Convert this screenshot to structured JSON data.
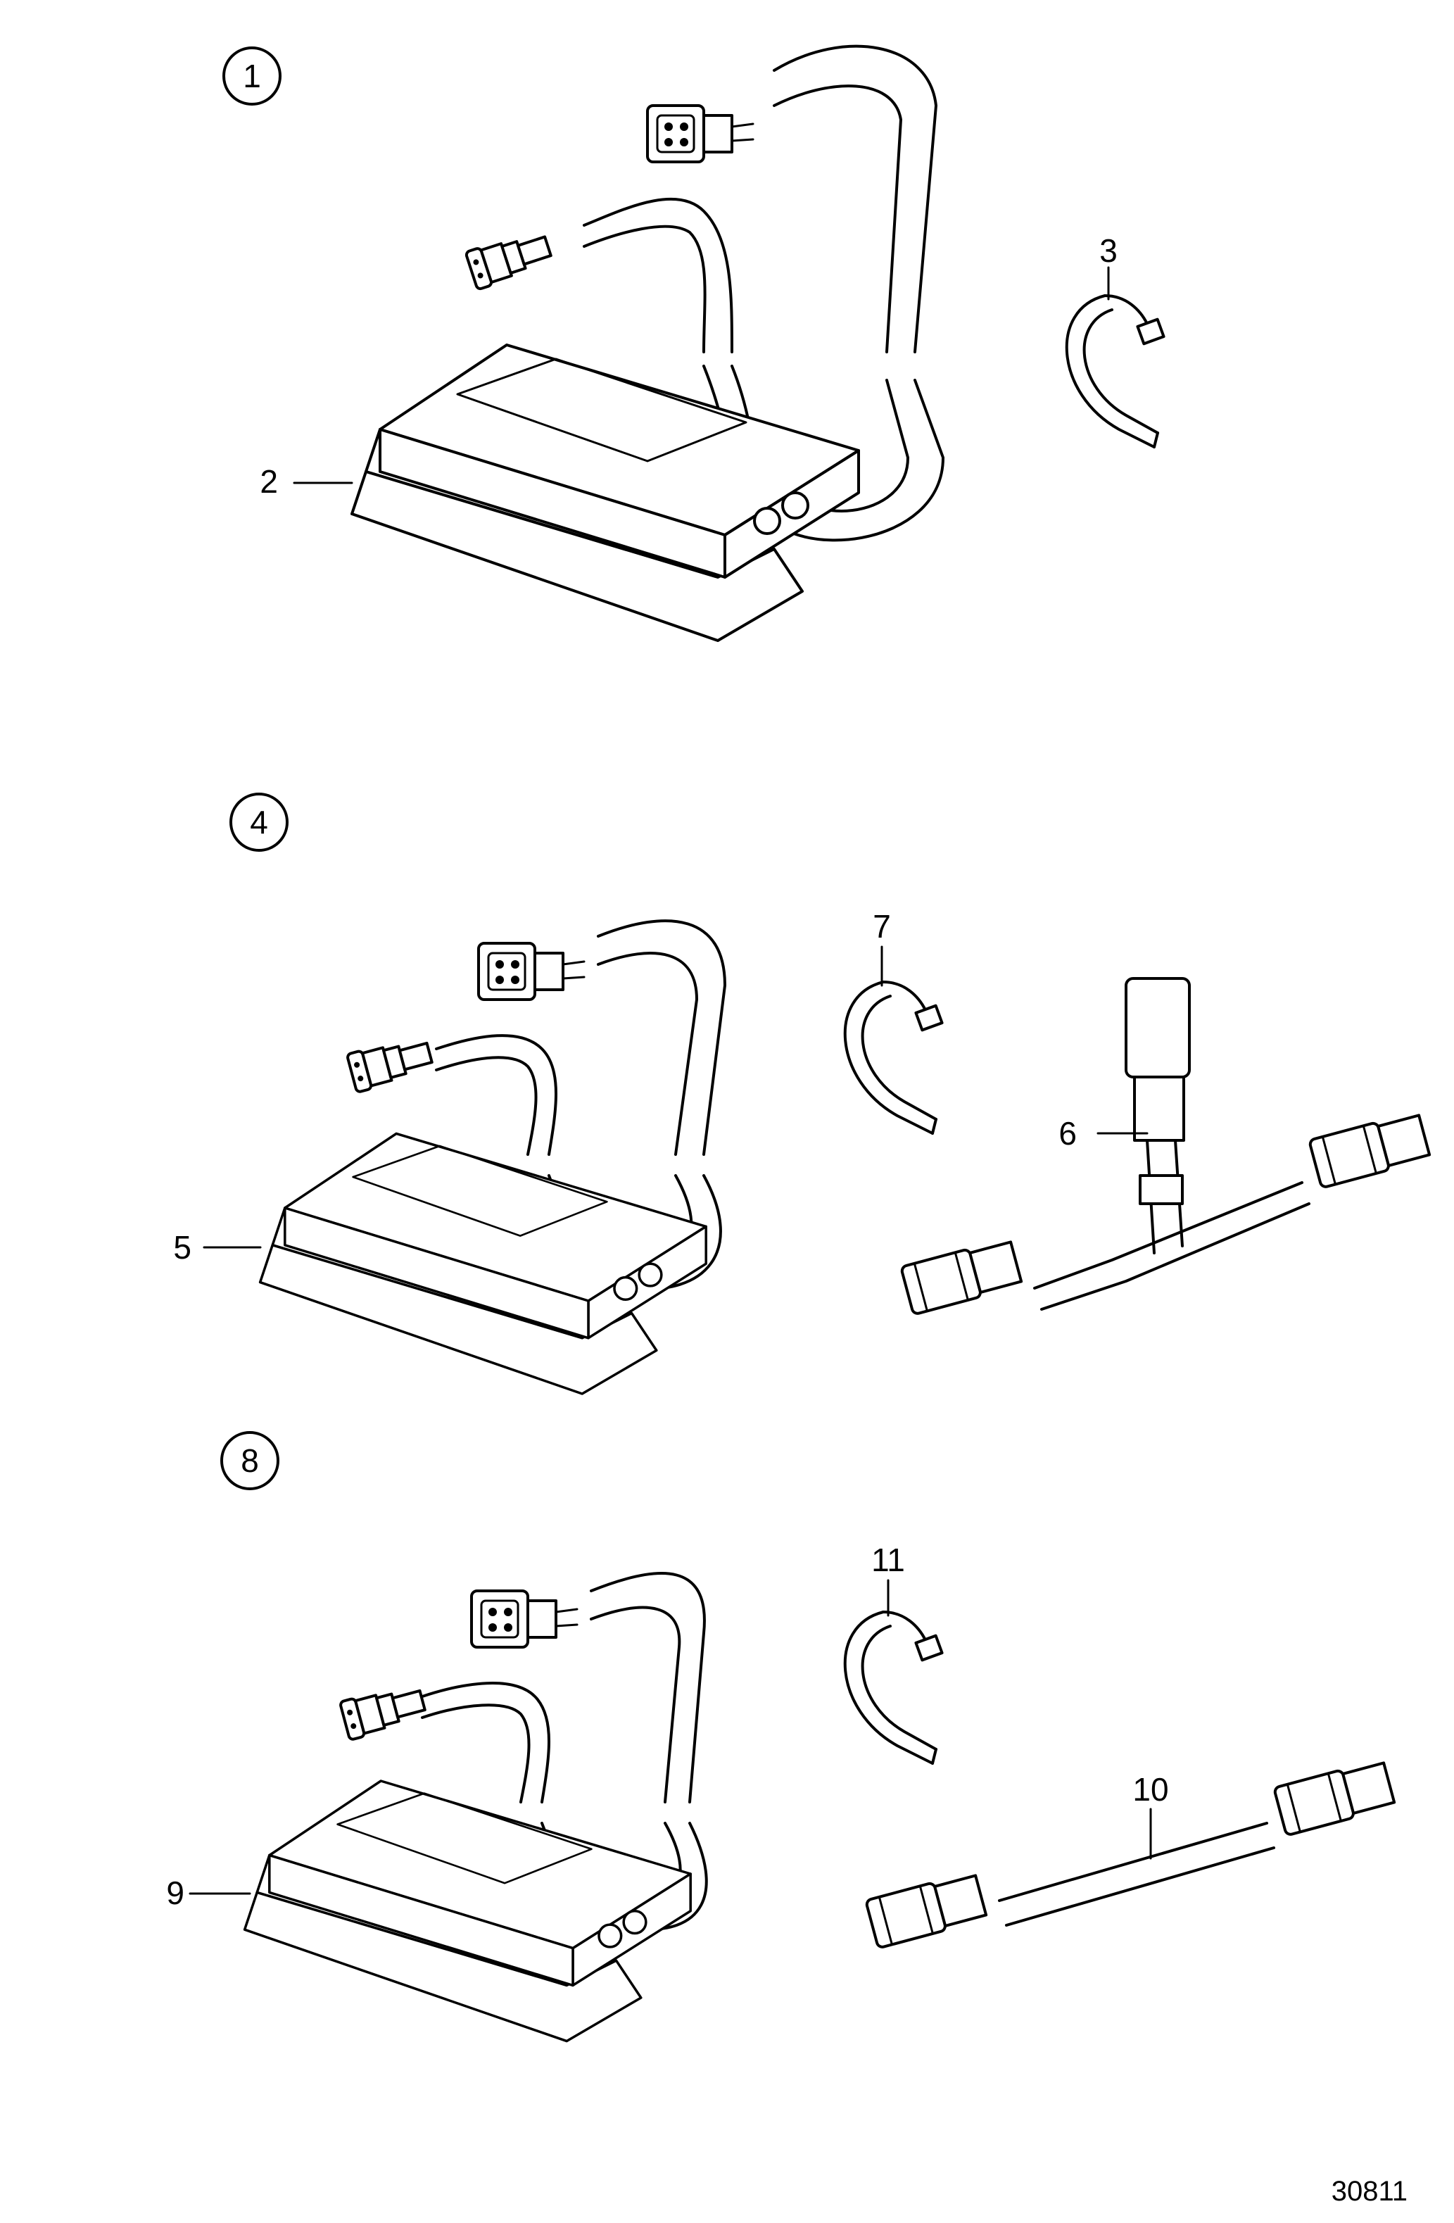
{
  "diagram": {
    "groups": [
      {
        "id": "1",
        "items": [
          "2",
          "3"
        ]
      },
      {
        "id": "4",
        "items": [
          "5",
          "6",
          "7"
        ]
      },
      {
        "id": "8",
        "items": [
          "9",
          "10",
          "11"
        ]
      }
    ],
    "part_labels": {
      "p2": "2",
      "p3": "3",
      "p5": "5",
      "p6": "6",
      "p7": "7",
      "p9": "9",
      "p10": "10",
      "p11": "11"
    },
    "group_labels": {
      "g1": "1",
      "g4": "4",
      "g8": "8"
    },
    "reference_number": "30811"
  }
}
